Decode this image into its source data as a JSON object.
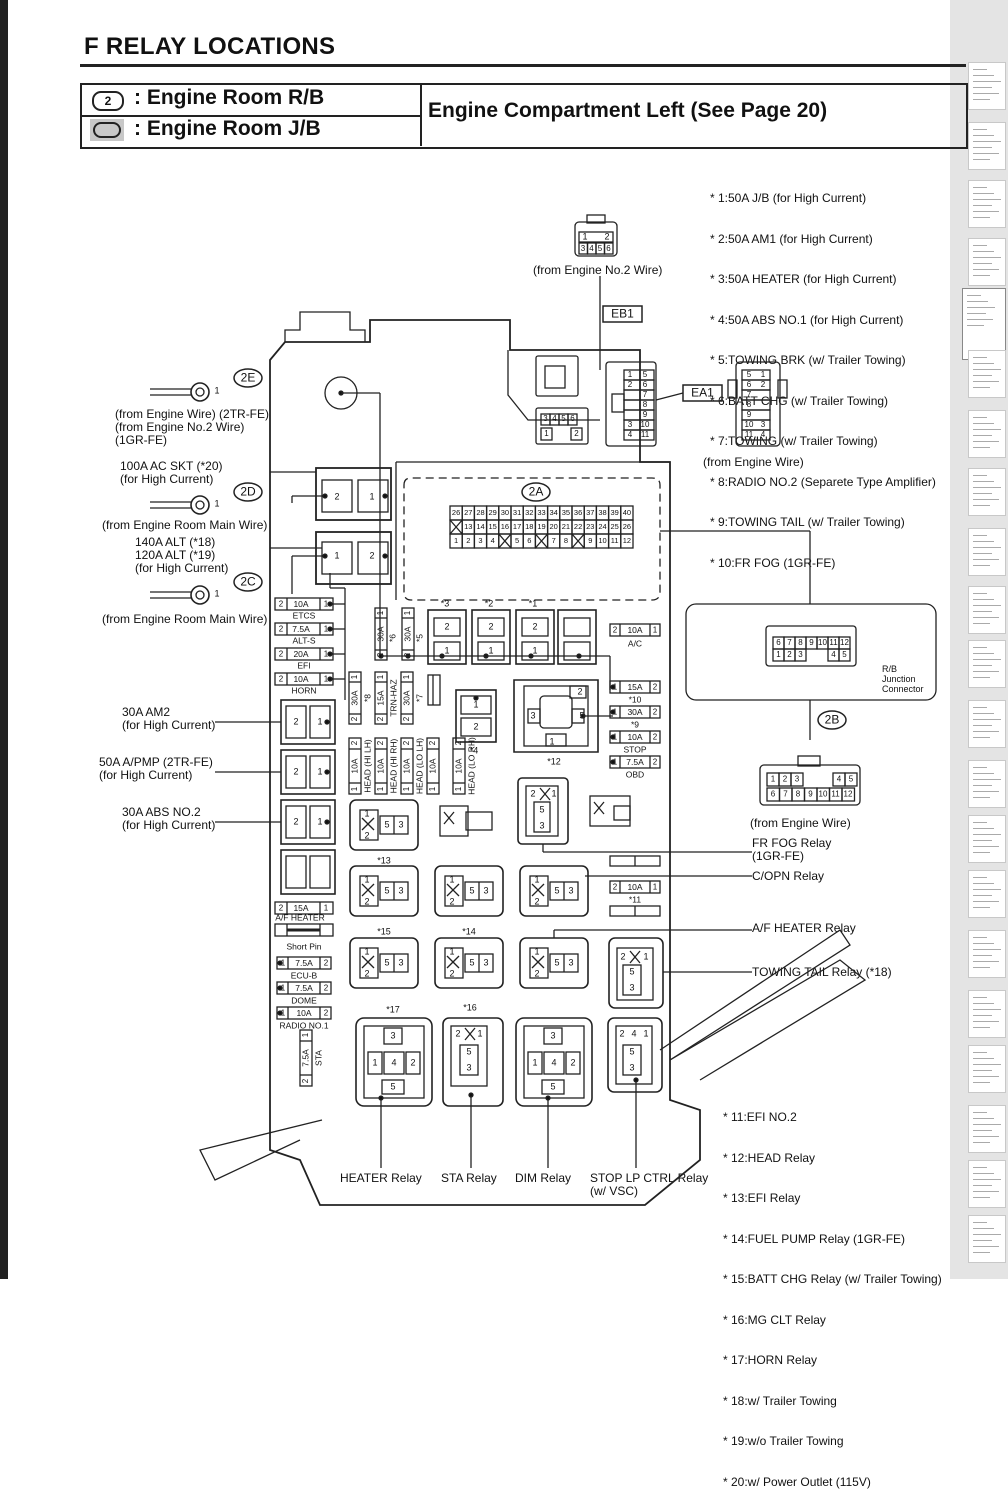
{
  "page": {
    "title": "F  RELAY LOCATIONS"
  },
  "header": {
    "legend_rb_symbol": "2",
    "legend_rb": ": Engine Room R/B",
    "legend_jb": ": Engine Room J/B",
    "location": "Engine Compartment Left (See Page 20)"
  },
  "notes_top": [
    "* 1:50A J/B (for High Current)",
    "* 2:50A AM1 (for High Current)",
    "* 3:50A HEATER (for High Current)",
    "* 4:50A ABS NO.1 (for High Current)",
    "* 5:TOWING BRK (w/ Trailer Towing)",
    "* 6:BATT CHG (w/ Trailer Towing)",
    "* 7:TOWING (w/ Trailer Towing)",
    "* 8:RADIO NO.2 (Separete Type Amplifier)",
    "* 9:TOWING TAIL (w/ Trailer Towing)",
    "* 10:FR FOG (1GR-FE)"
  ],
  "notes_bottom": [
    "* 11:EFI NO.2",
    "* 12:HEAD Relay",
    "* 13:EFI Relay",
    "* 14:FUEL PUMP Relay (1GR-FE)",
    "* 15:BATT CHG Relay (w/ Trailer Towing)",
    "* 16:MG CLT Relay",
    "* 17:HORN Relay",
    "* 18:w/ Trailer Towing",
    "* 19:w/o Trailer Towing",
    "* 20:w/ Power Outlet (115V)"
  ],
  "connectors": {
    "eb1_source": "(from Engine No.2 Wire)",
    "eb1": "EB1",
    "ea1": "EA1",
    "ea1_source": "(from Engine Wire)",
    "c2e": "2E",
    "c2e_source": "(from Engine Wire) (2TR-FE)\n(from Engine No.2 Wire)\n(1GR-FE)",
    "c2d": "2D",
    "c2d_label": "100A AC SKT (*20)\n(for High Current)",
    "c2d_source": "(from Engine Room Main Wire)",
    "alt_label": "140A ALT (*18)\n120A ALT (*19)\n(for High Current)",
    "c2c": "2C",
    "c2c_source": "(from Engine Room Main Wire)",
    "c2a": "2A",
    "c2b": "2B",
    "c2b_source": "(from Engine Wire)",
    "rb_junction": "R/B\nJunction\nConnector"
  },
  "fuses_left": [
    {
      "amp": "10A",
      "name": "ETCS"
    },
    {
      "amp": "7.5A",
      "name": "ALT-S"
    },
    {
      "amp": "20A",
      "name": "EFI"
    },
    {
      "amp": "10A",
      "name": "HORN"
    }
  ],
  "fuses_lower_left": [
    {
      "amp": "15A",
      "name": "A/F HEATER"
    },
    {
      "amp": "7.5A",
      "name": "Short Pin"
    },
    {
      "amp": "7.5A",
      "name": "ECU-B"
    },
    {
      "amp": "10A",
      "name": "DOME"
    },
    {
      "amp": "",
      "name": "RADIO NO.1"
    }
  ],
  "fuses_vertical": [
    "30A",
    "30A",
    "30A",
    "15A",
    "30A"
  ],
  "fuses_vertical_names": [
    "*6",
    "*5",
    "*8",
    "TRN-HAZ",
    "*7"
  ],
  "head_fuses": [
    "10A",
    "10A",
    "10A",
    "10A",
    "10A"
  ],
  "head_fuse_names": [
    "HEAD (HI LH)",
    "HEAD (HI RH)",
    "HEAD (LO LH)",
    "HEAD (LO RH)"
  ],
  "fuses_right": [
    {
      "amp": "10A",
      "name": "A/C"
    },
    {
      "amp": "15A",
      "name": "*10"
    },
    {
      "amp": "30A",
      "name": "*9"
    },
    {
      "amp": "10A",
      "name": "STOP"
    },
    {
      "amp": "7.5A",
      "name": "OBD"
    },
    {
      "amp": "10A",
      "name": "*11"
    }
  ],
  "sta_fuse": {
    "amp": "7.5A",
    "name": "STA"
  },
  "high_current": [
    {
      "label": "30A AM2\n(for High Current)"
    },
    {
      "label": "50A A/PMP (2TR-FE)\n(for High Current)"
    },
    {
      "label": "30A ABS NO.2\n(for High Current)"
    }
  ],
  "relay_labels": {
    "fr_fog": "FR FOG Relay\n(1GR-FE)",
    "c_opn": "C/OPN Relay",
    "af_heater": "A/F HEATER Relay",
    "towing_tail": "TOWING TAIL Relay (*18)",
    "heater": "HEATER Relay",
    "sta": "STA Relay",
    "dim": "DIM Relay",
    "stop_lp": "STOP LP CTRL Relay\n(w/ VSC)"
  },
  "relay_marks": [
    "*3",
    "*2",
    "*1",
    "*4",
    "*12",
    "*13",
    "*15",
    "*14",
    "*17",
    "*16"
  ],
  "pins": [
    "1",
    "2",
    "3",
    "4",
    "5",
    "6",
    "7",
    "8",
    "9",
    "10",
    "11",
    "12",
    "13",
    "14",
    "15",
    "16",
    "17",
    "18",
    "19",
    "20",
    "21",
    "22",
    "23",
    "24",
    "25",
    "26",
    "27",
    "28",
    "29",
    "30",
    "31",
    "32",
    "33",
    "34",
    "35",
    "36",
    "37",
    "38",
    "39",
    "40"
  ]
}
